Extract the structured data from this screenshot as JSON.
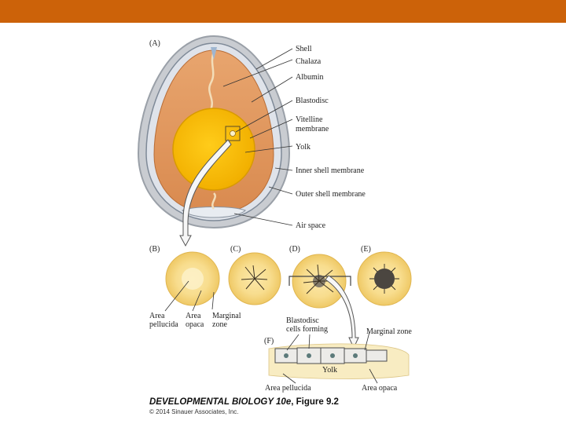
{
  "header": {
    "color": "#cc6209"
  },
  "panels": {
    "A": "(A)",
    "B": "(B)",
    "C": "(C)",
    "D": "(D)",
    "E": "(E)",
    "F": "(F)"
  },
  "egg_labels": {
    "shell": "Shell",
    "chalaza": "Chalaza",
    "albumin": "Albumin",
    "blastodisc": "Blastodisc",
    "vitelline_1": "Vitelline",
    "vitelline_2": "membrane",
    "yolk": "Yolk",
    "inner_shell": "Inner shell membrane",
    "outer_shell": "Outer shell membrane",
    "air_space": "Air space"
  },
  "disc_labels": {
    "area_pellucida_1": "Area",
    "area_pellucida_2": "pellucida",
    "area_opaca_1": "Area",
    "area_opaca_2": "opaca",
    "marginal_1": "Marginal",
    "marginal_2": "zone"
  },
  "section_labels": {
    "blastodisc_cells_1": "Blastodisc",
    "blastodisc_cells_2": "cells forming",
    "marginal_zone": "Marginal zone",
    "yolk": "Yolk",
    "area_pellucida": "Area pellucida",
    "area_opaca": "Area opaca"
  },
  "caption": {
    "title_italic": "DEVELOPMENTAL BIOLOGY 10",
    "title_e": "e",
    "title_rest": ", Figure 9.2",
    "copyright": "© 2014 Sinauer Associates, Inc."
  }
}
